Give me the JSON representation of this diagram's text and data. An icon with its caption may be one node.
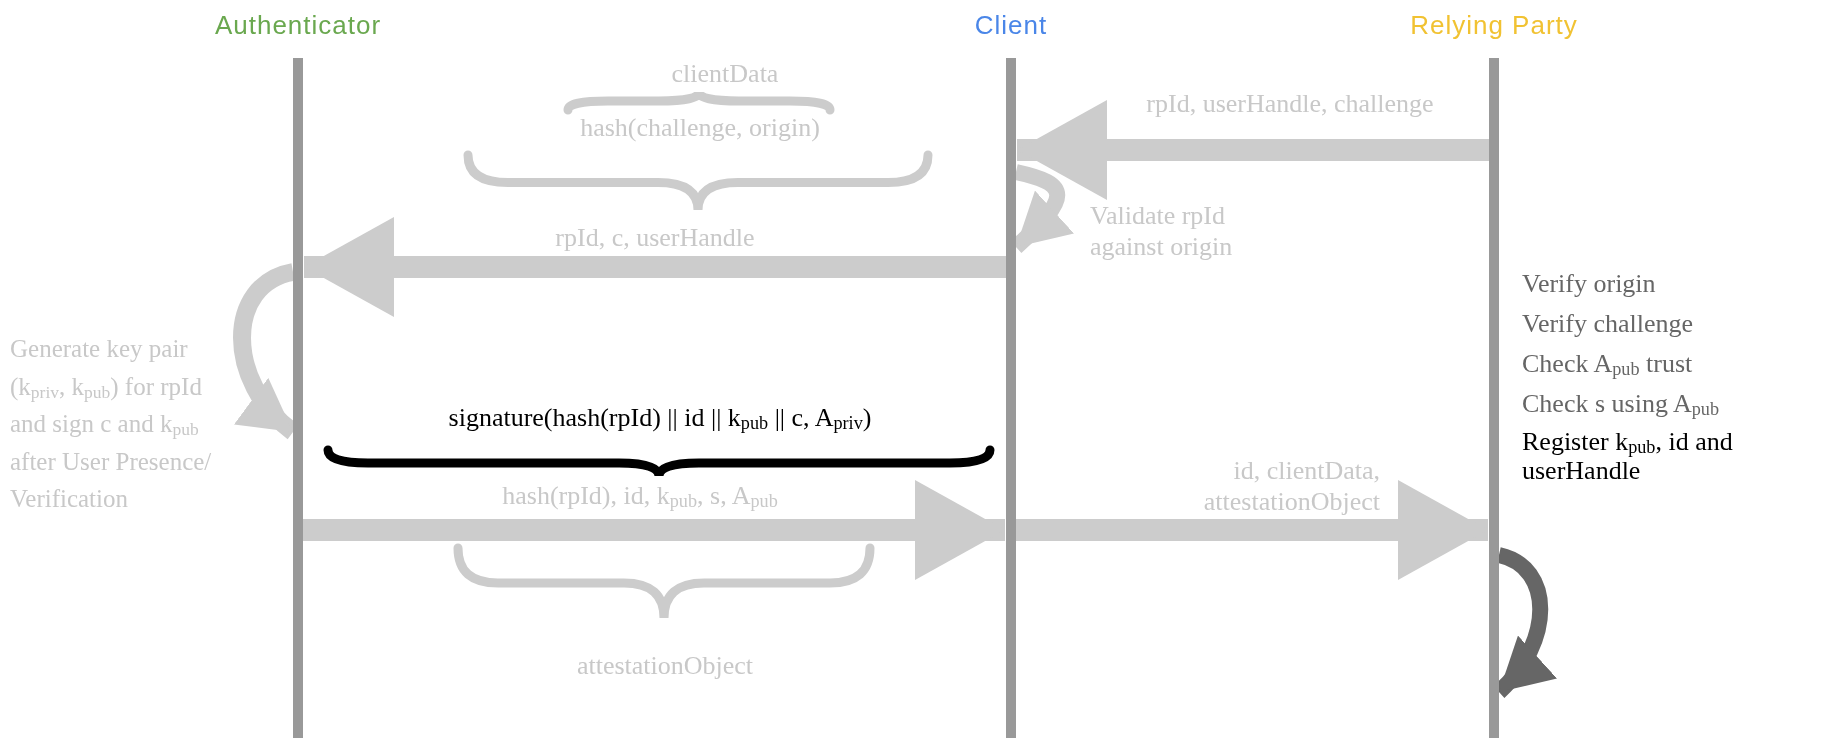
{
  "diagram": {
    "nodes": [
      {
        "text": [
          "Authenticator"
        ]
      },
      {
        "text": [
          "Client"
        ]
      },
      {
        "text": [
          "Relying Party"
        ],
        "beside": [
          "Verify origin",
          "Verify challenge",
          "Check A$_{pub}$ trust",
          "Check s using A$_{pub}$",
          "Register k$_{pub}$, id and userHandle"
        ]
      }
    ],
    "edges": [
      {
        "from": 2,
        "to": 1,
        "arrow": "to",
        "label": "rpId, userHandle, challenge"
      },
      {
        "from": 1,
        "to": 1,
        "arrow": "to",
        "label": "Validate rpId against origin"
      },
      {
        "from": 1,
        "to": 0,
        "arrow": "to",
        "label": "rpId, c, userHandle"
      },
      {
        "from": 0,
        "to": 0,
        "arrow": "to",
        "label": "Generate key pair (k$_{priv}$, k$_{pub}$) for rpId and sign c and k$_{pub}$ after User Presence/ Verification"
      },
      {
        "from": 0,
        "to": 1,
        "arrow": "to",
        "label": "hash(rpId), id, k$_{pub}$, s, A$_{pub}$"
      },
      {
        "from": 1,
        "to": 2,
        "arrow": "to",
        "label": "id, clientData, attestationObject"
      },
      {
        "from": 2,
        "to": 2,
        "arrow": "to",
        "color": "#666666"
      }
    ],
    "labels": [
      "clientData",
      "hash(challenge, origin)",
      "signature(hash(rpId) || id || k$_{pub}$ || c, A$_{priv}$)",
      "attestationObject"
    ]
  }
}
